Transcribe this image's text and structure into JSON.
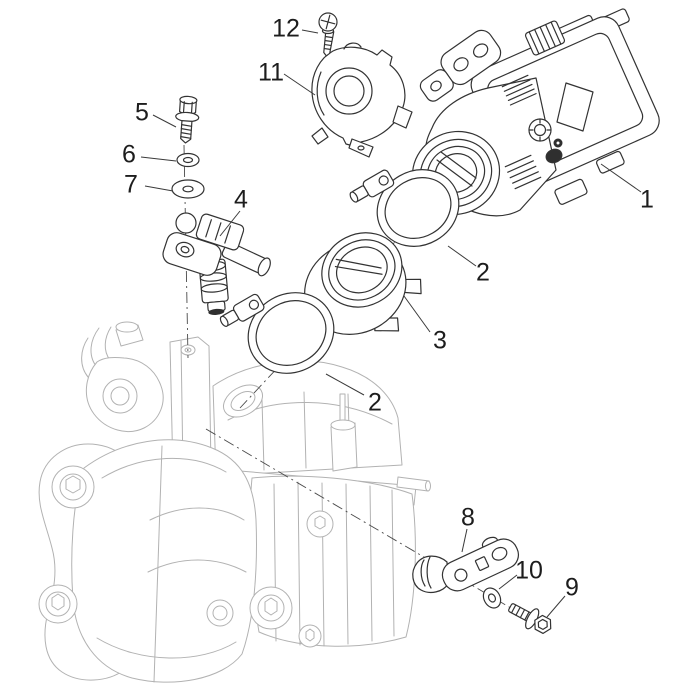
{
  "diagram": {
    "background_color": "#ffffff",
    "part_line_color": "#333333",
    "reference_line_color": "#b2b2b2",
    "callout_color": "#1d1d1d",
    "callouts": {
      "c1": {
        "label": "1"
      },
      "c2_upper": {
        "label": "2"
      },
      "c2_lower": {
        "label": "2"
      },
      "c3": {
        "label": "3"
      },
      "c4": {
        "label": "4"
      },
      "c5": {
        "label": "5"
      },
      "c6": {
        "label": "6"
      },
      "c7": {
        "label": "7"
      },
      "c8": {
        "label": "8"
      },
      "c9": {
        "label": "9"
      },
      "c10": {
        "label": "10"
      },
      "c11": {
        "label": "11"
      },
      "c12": {
        "label": "12"
      }
    }
  }
}
